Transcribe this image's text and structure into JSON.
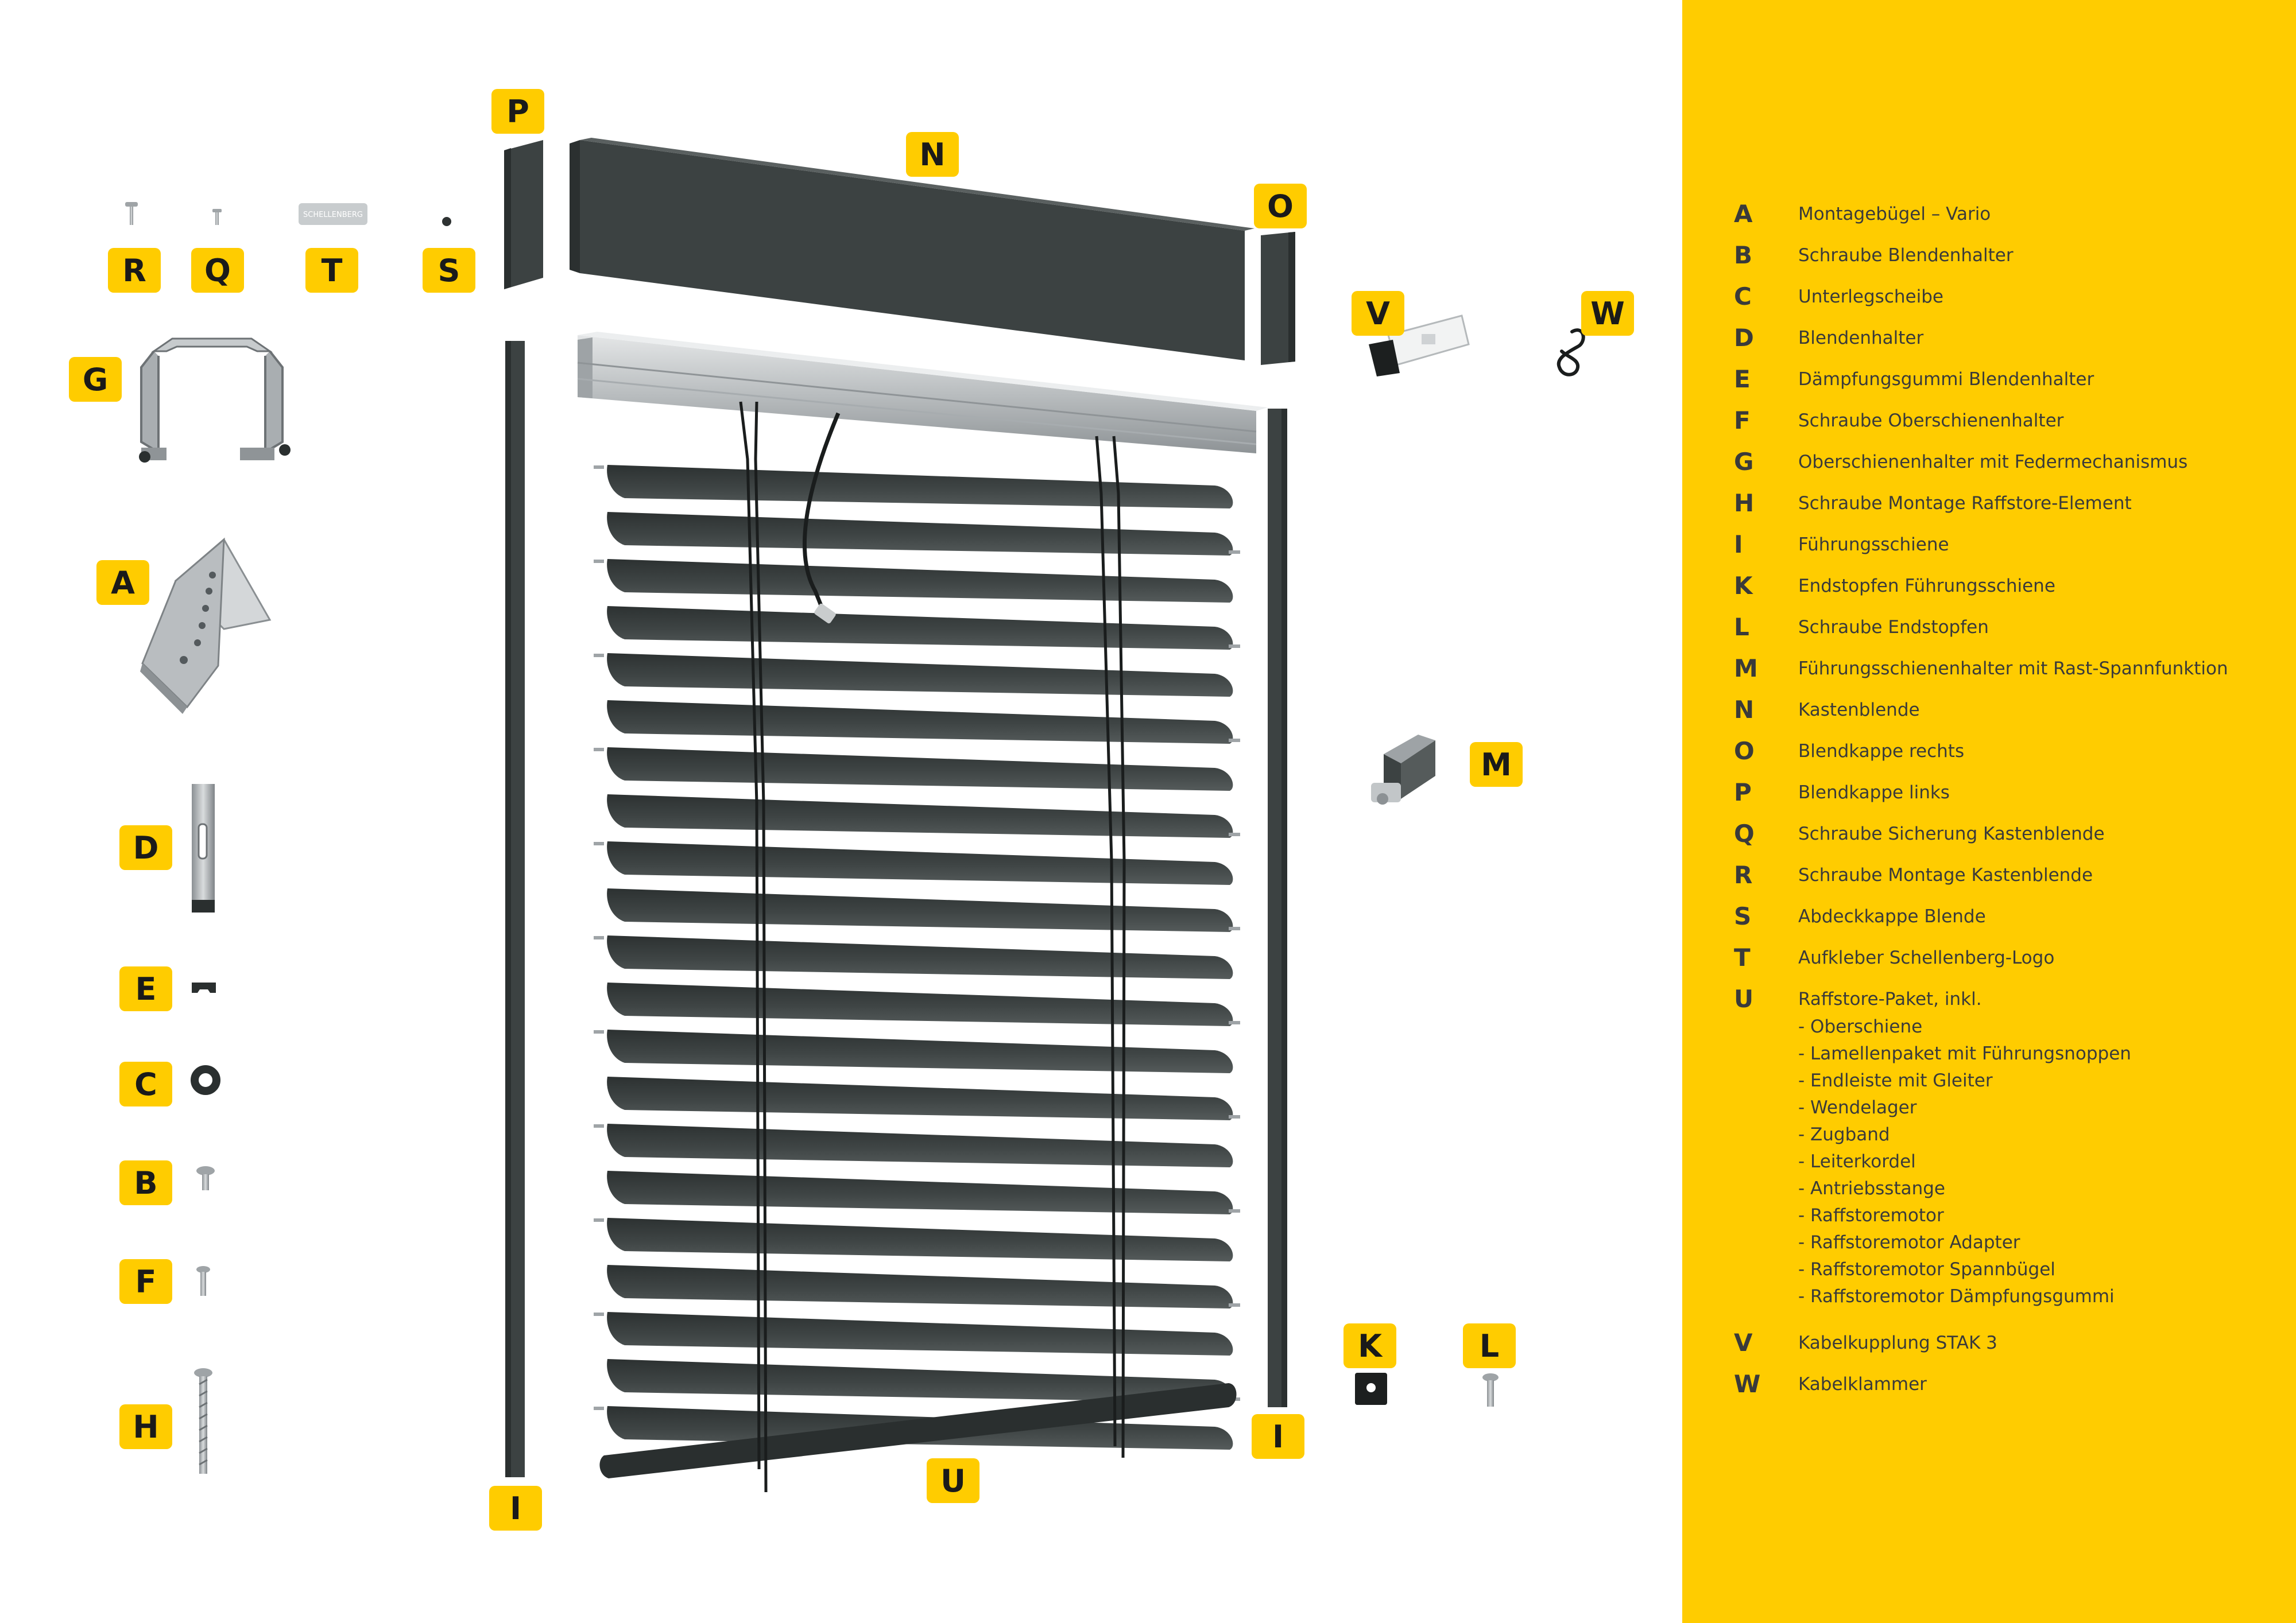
{
  "colors": {
    "accent": "#FFCC00",
    "part_dark": "#3c4242",
    "text": "#3a3a3a",
    "rail": "#c2c6c8"
  },
  "callouts": {
    "A": "A",
    "B": "B",
    "C": "C",
    "D": "D",
    "E": "E",
    "F": "F",
    "G": "G",
    "H": "H",
    "I": "I",
    "K": "K",
    "L": "L",
    "M": "M",
    "N": "N",
    "O": "O",
    "P": "P",
    "Q": "Q",
    "R": "R",
    "S": "S",
    "T": "T",
    "U": "U",
    "V": "V",
    "W": "W"
  },
  "sticker_text": "SCHELLENBERG",
  "legend": [
    {
      "letter": "A",
      "text": "Montagebügel – Vario"
    },
    {
      "letter": "B",
      "text": "Schraube Blendenhalter"
    },
    {
      "letter": "C",
      "text": "Unterlegscheibe"
    },
    {
      "letter": "D",
      "text": "Blendenhalter"
    },
    {
      "letter": "E",
      "text": "Dämpfungsgummi Blendenhalter"
    },
    {
      "letter": "F",
      "text": "Schraube Oberschienenhalter"
    },
    {
      "letter": "G",
      "text": "Oberschienenhalter mit Federmechanismus"
    },
    {
      "letter": "H",
      "text": "Schraube Montage Raffstore-Element"
    },
    {
      "letter": "I",
      "text": "Führungsschiene"
    },
    {
      "letter": "K",
      "text": "Endstopfen Führungsschiene"
    },
    {
      "letter": "L",
      "text": "Schraube Endstopfen"
    },
    {
      "letter": "M",
      "text": "Führungsschienenhalter mit Rast-Spannfunktion"
    },
    {
      "letter": "N",
      "text": "Kastenblende"
    },
    {
      "letter": "O",
      "text": "Blendkappe rechts"
    },
    {
      "letter": "P",
      "text": "Blendkappe links"
    },
    {
      "letter": "Q",
      "text": "Schraube Sicherung Kastenblende"
    },
    {
      "letter": "R",
      "text": "Schraube Montage Kastenblende"
    },
    {
      "letter": "S",
      "text": "Abdeckkappe Blende"
    },
    {
      "letter": "T",
      "text": "Aufkleber Schellenberg-Logo"
    },
    {
      "letter": "U",
      "text": "Raffstore-Paket, inkl.",
      "sub": [
        "- Oberschiene",
        "- Lamellenpaket mit Führungsnoppen",
        "- Endleiste mit Gleiter",
        "- Wendelager",
        "- Zugband",
        "- Leiterkordel",
        "- Antriebsstange",
        "- Raffstoremotor",
        "- Raffstoremotor Adapter",
        "- Raffstoremotor Spannbügel",
        "- Raffstoremotor Dämpfungsgummi"
      ]
    },
    {
      "letter": "V",
      "text": "Kabelkupplung STAK 3"
    },
    {
      "letter": "W",
      "text": "Kabelklammer"
    }
  ]
}
